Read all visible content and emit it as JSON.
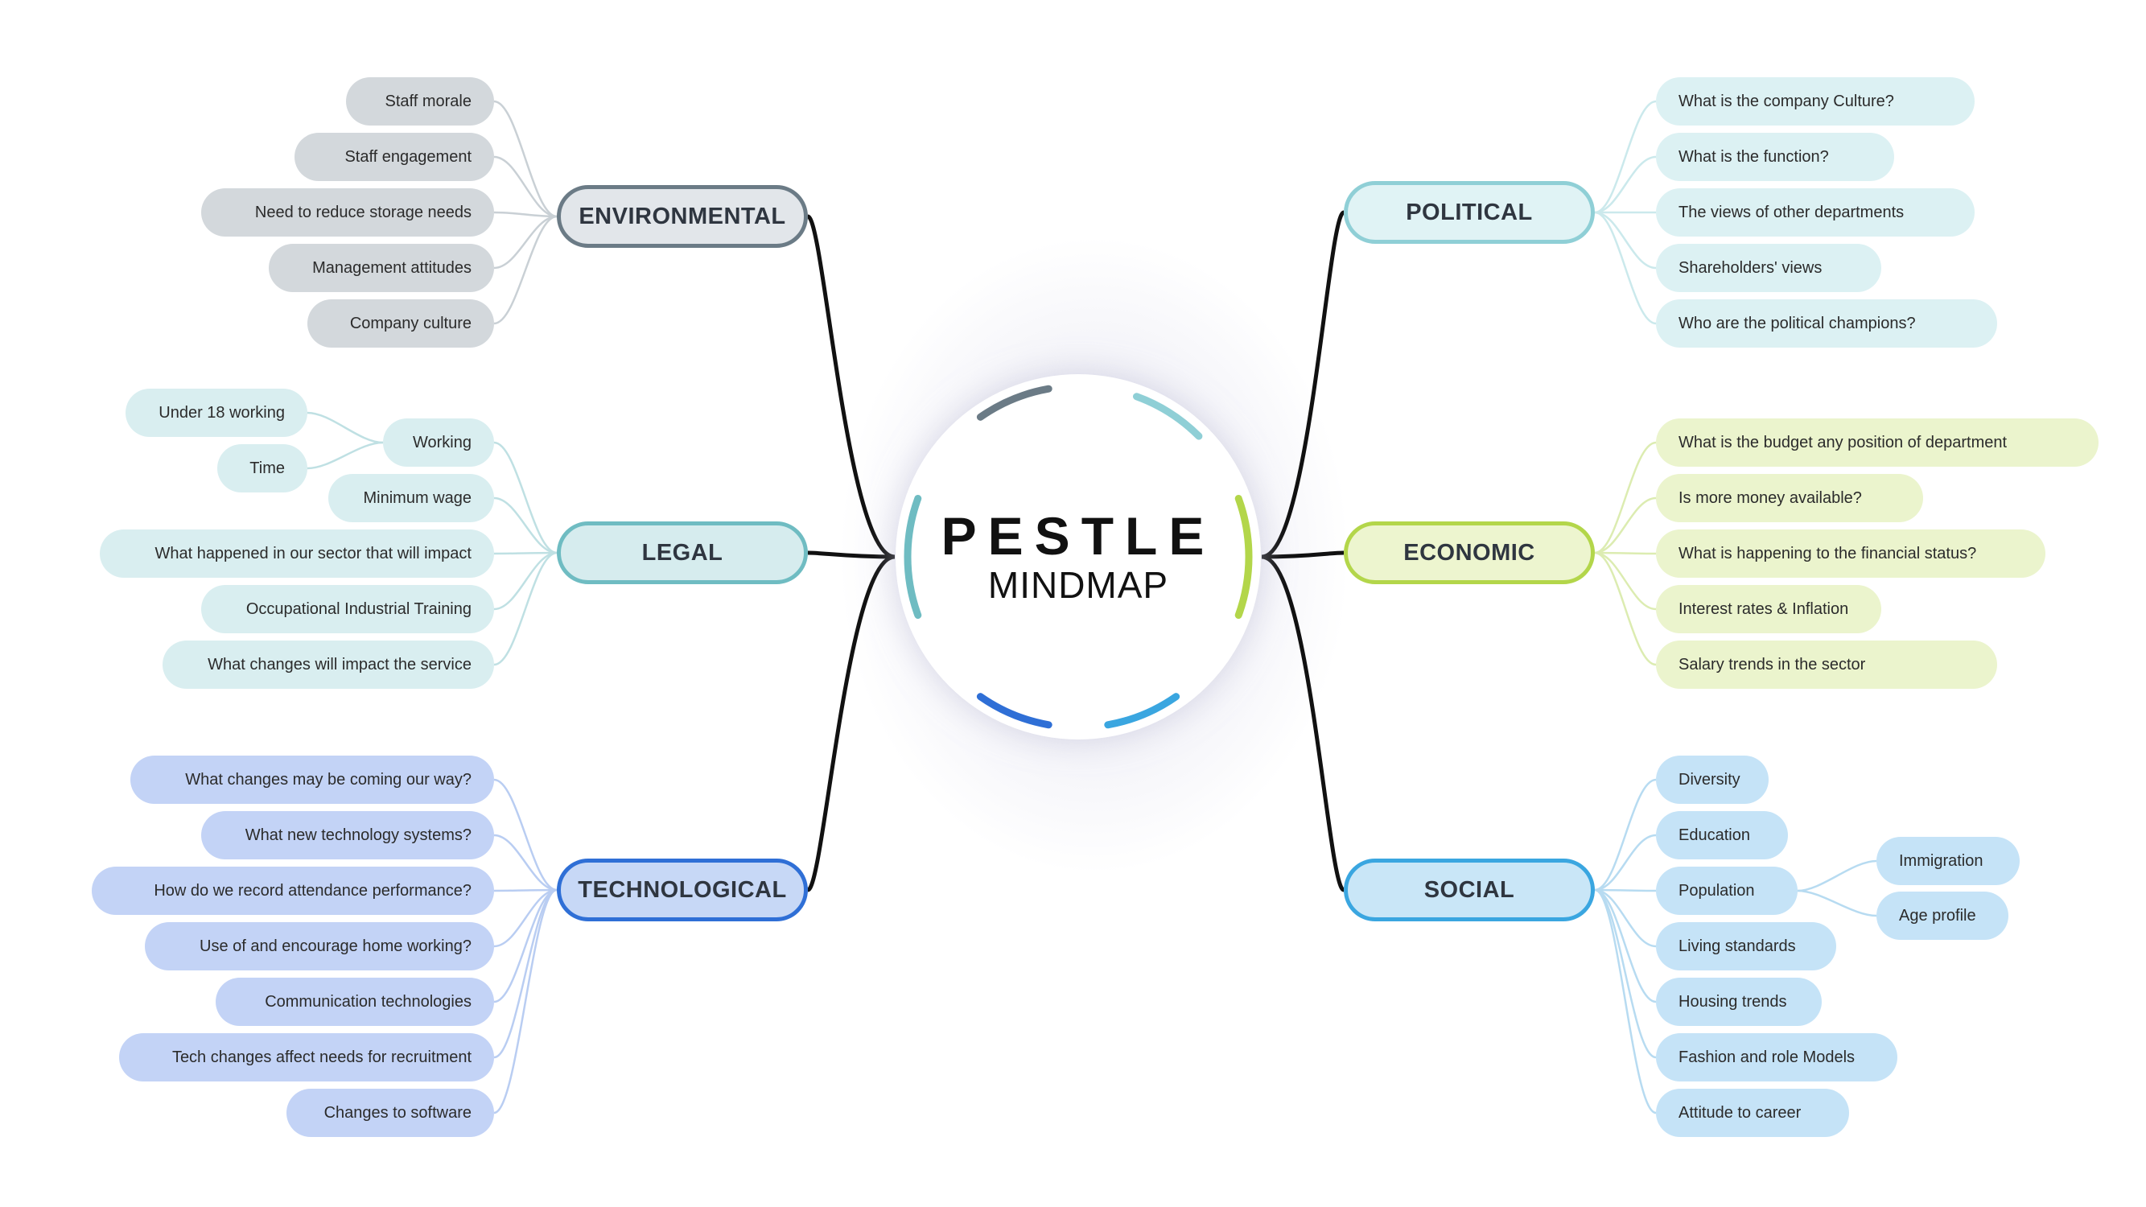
{
  "center": {
    "title": "PESTLE",
    "subtitle": "MINDMAP"
  },
  "branches": [
    {
      "id": "environmental",
      "label": "ENVIRONMENTAL",
      "side": "left",
      "border": "#6b7b86",
      "fill": "#e2e6ea",
      "leaf_fill": "#d3d8dc",
      "line": "#c9d0d5",
      "leaves": [
        {
          "text": "Staff morale"
        },
        {
          "text": "Staff engagement"
        },
        {
          "text": "Need to reduce storage needs"
        },
        {
          "text": "Management attitudes"
        },
        {
          "text": "Company culture"
        }
      ]
    },
    {
      "id": "legal",
      "label": "LEGAL",
      "side": "left",
      "border": "#6fbcc2",
      "fill": "#d6ecee",
      "leaf_fill": "#d9eef0",
      "line": "#bfe0e3",
      "leaves": [
        {
          "text": "Working",
          "children": [
            {
              "text": "Under 18 working"
            },
            {
              "text": "Time"
            }
          ]
        },
        {
          "text": "Minimum wage"
        },
        {
          "text": "What happened in our sector that will impact"
        },
        {
          "text": "Occupational Industrial Training"
        },
        {
          "text": "What changes will impact the service"
        }
      ]
    },
    {
      "id": "technological",
      "label": "TECHNOLOGICAL",
      "side": "left",
      "border": "#2f6fd6",
      "fill": "#c7d8f6",
      "leaf_fill": "#c3d3f6",
      "line": "#b9cdf2",
      "leaves": [
        {
          "text": "What changes may be coming our way?"
        },
        {
          "text": "What new technology systems?"
        },
        {
          "text": "How do we record attendance performance?"
        },
        {
          "text": "Use of and encourage home working?"
        },
        {
          "text": "Communication technologies"
        },
        {
          "text": "Tech changes affect needs for recruitment"
        },
        {
          "text": "Changes to software"
        }
      ]
    },
    {
      "id": "political",
      "label": "POLITICAL",
      "side": "right",
      "border": "#8fcfd6",
      "fill": "#e0f3f5",
      "leaf_fill": "#dcf1f3",
      "line": "#cbe9ec",
      "leaves": [
        {
          "text": "What is the company Culture?"
        },
        {
          "text": "What is the function?"
        },
        {
          "text": "The views of other departments"
        },
        {
          "text": "Shareholders' views"
        },
        {
          "text": "Who are the political champions?"
        }
      ]
    },
    {
      "id": "economic",
      "label": "ECONOMIC",
      "side": "right",
      "border": "#b3d64a",
      "fill": "#edf5cf",
      "leaf_fill": "#ebf4cd",
      "line": "#dcecb1",
      "leaves": [
        {
          "text": "What is the budget any position of department"
        },
        {
          "text": "Is more money available?"
        },
        {
          "text": "What is happening to the financial status?"
        },
        {
          "text": "Interest rates & Inflation"
        },
        {
          "text": "Salary trends in the sector"
        }
      ]
    },
    {
      "id": "social",
      "label": "SOCIAL",
      "side": "right",
      "border": "#3aa6e0",
      "fill": "#c9e6f7",
      "leaf_fill": "#c5e3f7",
      "line": "#b7dbf1",
      "leaves": [
        {
          "text": "Diversity"
        },
        {
          "text": "Education"
        },
        {
          "text": "Population",
          "children": [
            {
              "text": "Immigration"
            },
            {
              "text": "Age profile"
            }
          ]
        },
        {
          "text": "Living standards"
        },
        {
          "text": "Housing trends"
        },
        {
          "text": "Fashion and role Models"
        },
        {
          "text": "Attitude to career"
        }
      ]
    }
  ],
  "ring_colors": [
    "#6b7b86",
    "#8fcfd6",
    "#6fbcc2",
    "#b3d64a",
    "#2f6fd6",
    "#3aa6e0"
  ]
}
